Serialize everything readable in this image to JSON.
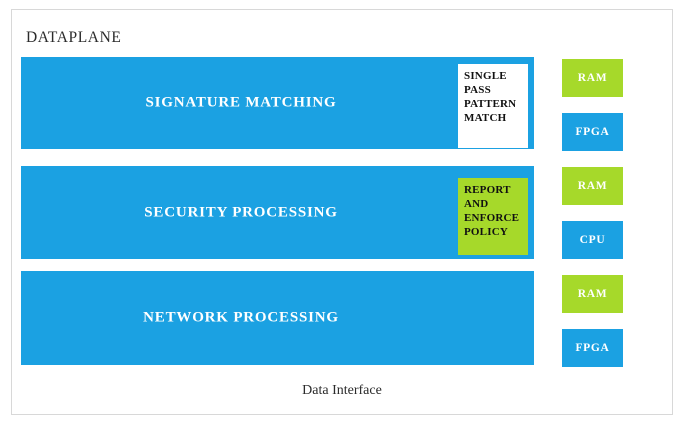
{
  "diagram": {
    "title": "DATAPLANE",
    "footer_caption": "Data Interface",
    "colors": {
      "bar_blue": "#1ba1e2",
      "chip_green": "#a6d92a",
      "note_white": "#ffffff",
      "frame_border": "#d8d8d8",
      "title_text": "#2b2b2b"
    },
    "stages": [
      {
        "label": "SIGNATURE MATCHING",
        "note": {
          "style": "white",
          "lines": [
            "SINGLE",
            "PASS",
            "PATTERN",
            "MATCH"
          ]
        }
      },
      {
        "label": "SECURITY PROCESSING",
        "note": {
          "style": "green",
          "lines": [
            "REPORT",
            "AND",
            "ENFORCE",
            "POLICY"
          ]
        }
      },
      {
        "label": "NETWORK PROCESSING",
        "note": null
      }
    ],
    "hardware_chips": [
      {
        "label": "RAM",
        "color": "green"
      },
      {
        "label": "FPGA",
        "color": "blue"
      },
      {
        "label": "RAM",
        "color": "green"
      },
      {
        "label": "CPU",
        "color": "blue"
      },
      {
        "label": "RAM",
        "color": "green"
      },
      {
        "label": "FPGA",
        "color": "blue"
      }
    ]
  }
}
